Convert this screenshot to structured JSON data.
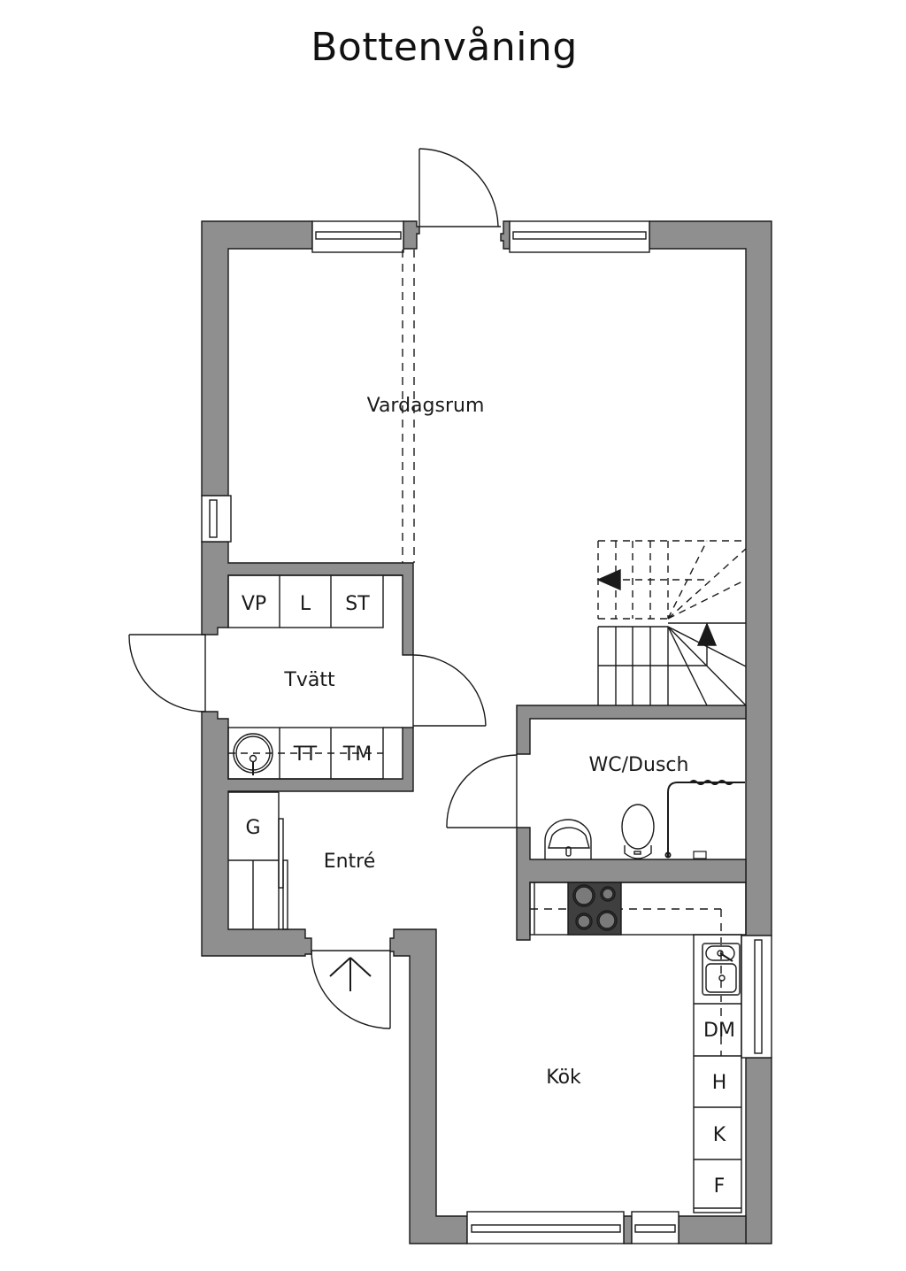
{
  "title": "Bottenvåning",
  "colors": {
    "wall": "#8f8f8f",
    "line": "#1a1a1a",
    "hob": "#3f3f3f",
    "burner": "#7a7a7a",
    "background": "#ffffff"
  },
  "rooms": {
    "living": "Vardagsrum",
    "laundry": "Tvätt",
    "wc": "WC/Dusch",
    "entrance": "Entré",
    "kitchen": "Kök"
  },
  "appliances": {
    "heat_pump": "VP",
    "cabinet_l": "L",
    "cleaning_closet": "ST",
    "dryer": "TT",
    "washer": "TM",
    "wardrobe": "G",
    "dishwasher": "DM",
    "tall_cabinet": "H",
    "fridge": "K",
    "freezer": "F"
  },
  "symbols": {
    "entrance_arrow": "arrow-up-icon",
    "stair_up_arrow": "arrow-up-icon",
    "stair_down_arrow": "arrow-left-icon"
  }
}
